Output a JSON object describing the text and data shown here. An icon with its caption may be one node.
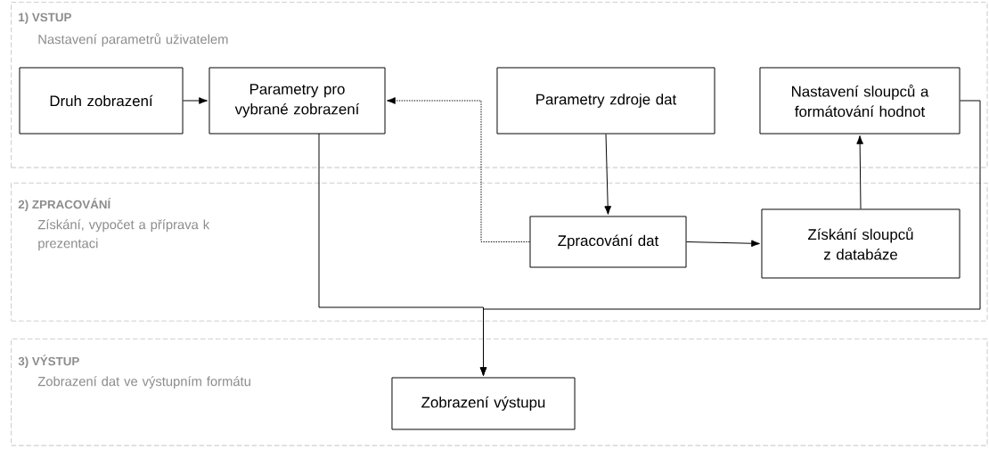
{
  "diagram": {
    "nodes": [
      {
        "text": [
          "**1) VSTUP**",
          "Nastavení parametrů uživatelem"
        ]
      },
      {
        "text": [
          "Druh zobrazení"
        ],
        "in": 0
      },
      {
        "text": [
          "Parametry pro vybrané zobrazení"
        ],
        "in": 0
      },
      {
        "text": [
          "Parametry zdroje dat"
        ],
        "in": 0
      },
      {
        "text": [
          "Nastavení sloupců a formátování hodnot"
        ],
        "in": 0
      },
      {
        "text": [
          "**2) ZPRACOVÁNÍ**",
          "Získání, vypočet a příprava k prezentaci"
        ]
      },
      {
        "text": [
          "Zpracování dat"
        ],
        "in": 5
      },
      {
        "text": [
          "Získání sloupců z databáze"
        ],
        "in": 5
      },
      {
        "text": [
          "**3) VÝSTUP**",
          "Zobrazení dat ve výstupním formátu"
        ]
      },
      {
        "text": [
          "Zobrazení výstupu"
        ],
        "in": 8
      }
    ],
    "edges": [
      {
        "from": 1,
        "to": 2,
        "arrow": "to"
      },
      {
        "from": 6,
        "to": 2,
        "arrow": "to",
        "style": "dashed"
      },
      {
        "from": 3,
        "to": 6,
        "arrow": "to"
      },
      {
        "from": 6,
        "to": 7,
        "arrow": "to"
      },
      {
        "from": 7,
        "to": 4,
        "arrow": "to"
      },
      {
        "from": 2,
        "to": 9,
        "arrow": "to"
      },
      {
        "from": 4,
        "to": 9,
        "arrow": "to"
      }
    ]
  }
}
